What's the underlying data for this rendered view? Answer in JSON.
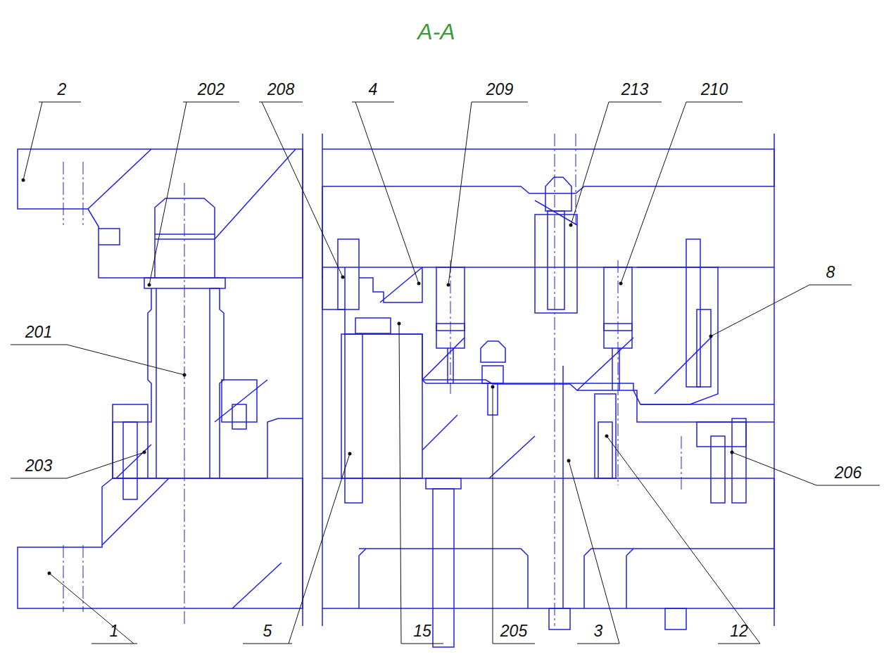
{
  "diagram": {
    "title": "A-A",
    "labels": [
      "2",
      "202",
      "208",
      "4",
      "209",
      "213",
      "210",
      "8",
      "201",
      "203",
      "206",
      "1",
      "5",
      "15",
      "205",
      "3",
      "12"
    ]
  }
}
